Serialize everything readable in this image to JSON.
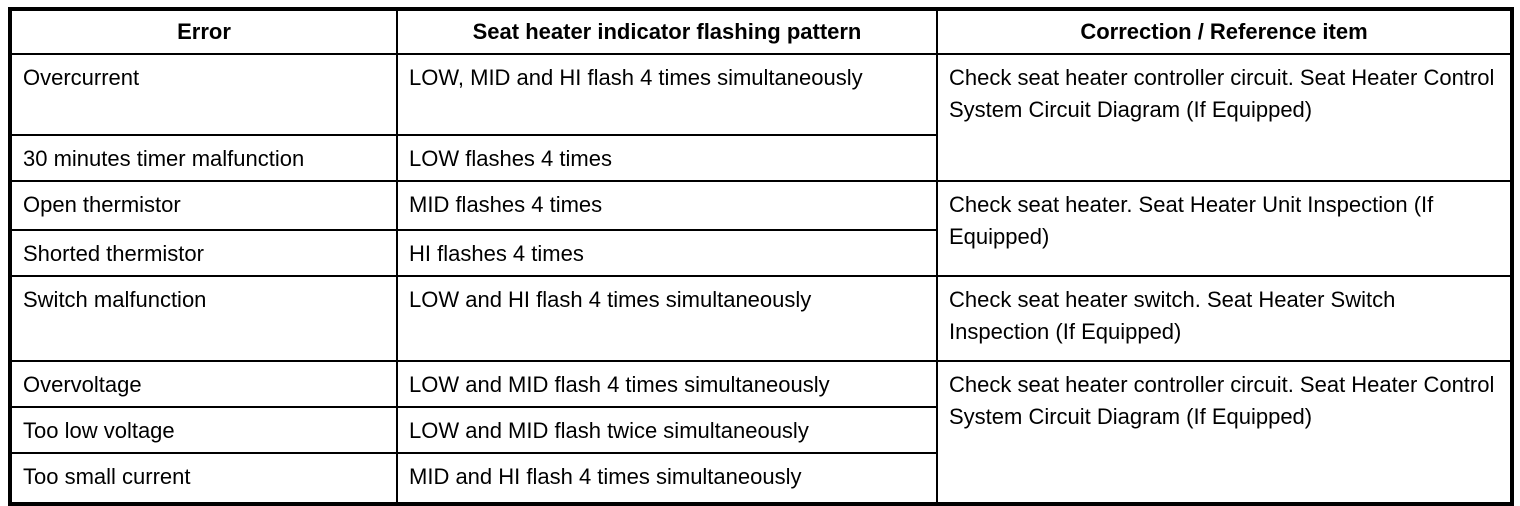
{
  "table": {
    "headers": {
      "error": "Error",
      "pattern": "Seat heater indicator flashing pattern",
      "correction": "Correction / Reference item"
    },
    "rows": [
      {
        "error": "Overcurrent",
        "pattern": "LOW, MID and HI flash 4 times simultaneously"
      },
      {
        "error": "30 minutes timer malfunction",
        "pattern": "LOW flashes 4 times"
      },
      {
        "error": "Open thermistor",
        "pattern": "MID flashes 4 times"
      },
      {
        "error": "Shorted thermistor",
        "pattern": "HI flashes 4 times"
      },
      {
        "error": "Switch malfunction",
        "pattern": "LOW and HI flash 4 times simultaneously"
      },
      {
        "error": "Overvoltage",
        "pattern": "LOW and MID flash 4 times simultaneously"
      },
      {
        "error": "Too low voltage",
        "pattern": "LOW and MID flash twice simultaneously"
      },
      {
        "error": "Too small current",
        "pattern": "MID and HI flash 4 times simultaneously"
      }
    ],
    "corrections": [
      {
        "text": "Check seat heater controller circuit. Seat Heater Control System Circuit Diagram (If Equipped)"
      },
      {
        "text": "Check seat heater. Seat Heater Unit Inspection (If Equipped)"
      },
      {
        "text": "Check seat heater switch. Seat Heater Switch Inspection (If Equipped)"
      },
      {
        "text": "Check seat heater controller circuit. Seat Heater Control System Circuit Diagram (If Equipped)"
      }
    ],
    "colors": {
      "border": "#000000",
      "background": "#ffffff",
      "text": "#000000"
    }
  }
}
